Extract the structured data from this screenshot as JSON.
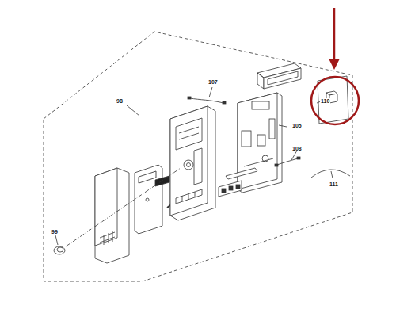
{
  "diagram": {
    "labels": [
      "107",
      "98",
      "110",
      "105",
      "108",
      "111",
      "99"
    ]
  }
}
